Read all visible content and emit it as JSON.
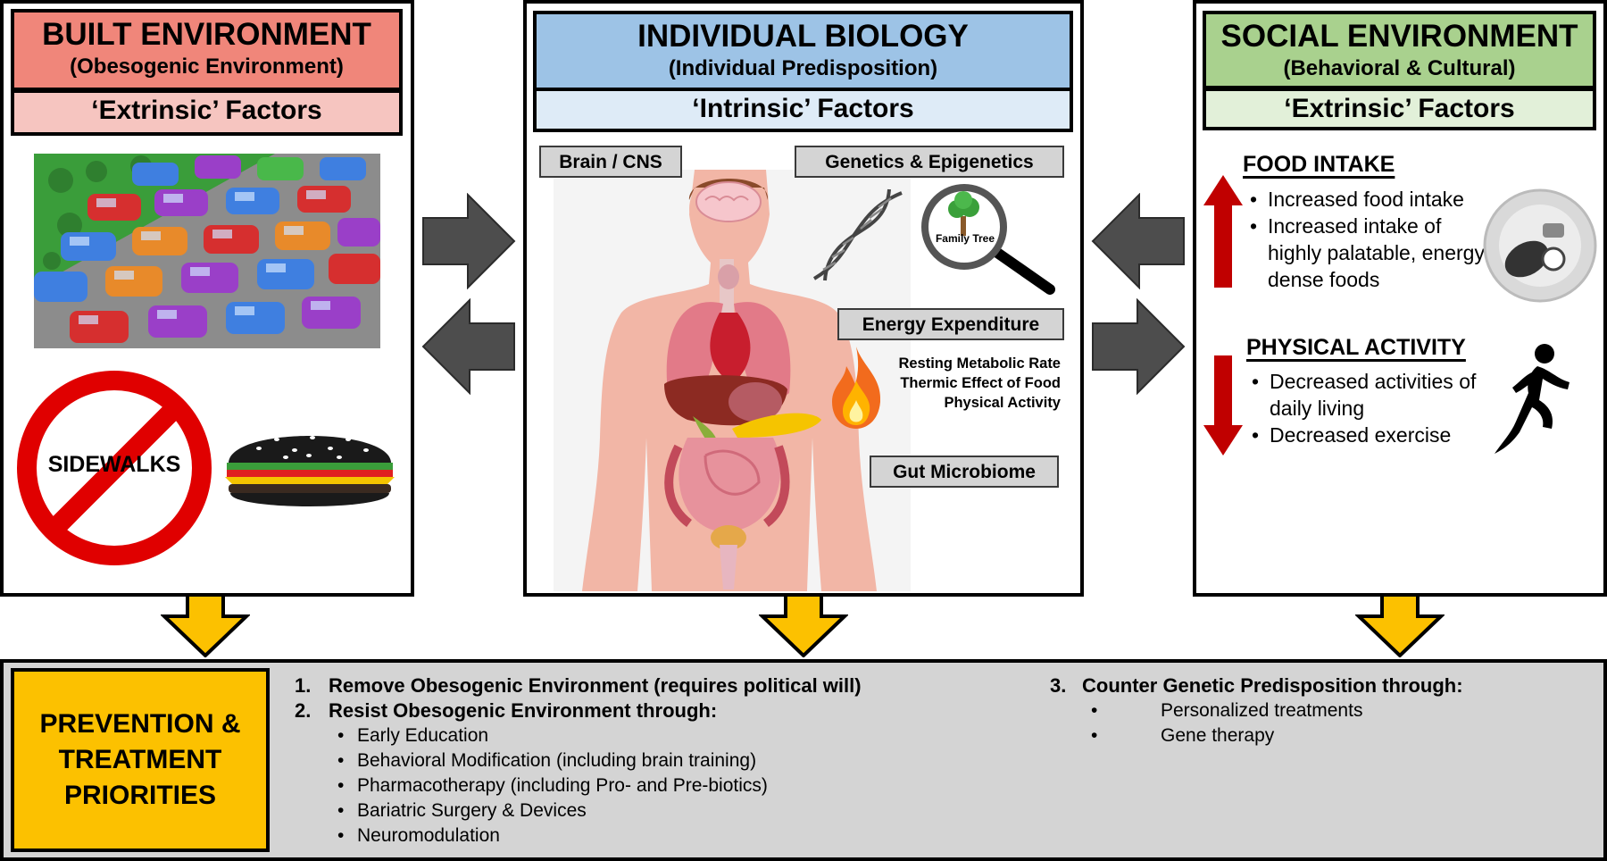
{
  "built": {
    "title": "BUILT ENVIRONMENT",
    "subtitle": "(Obesogenic Environment)",
    "factors": "‘Extrinsic’ Factors",
    "sidewalks_label": "SIDEWALKS",
    "header_color": "#f0867a",
    "factors_color": "#f6c5c0"
  },
  "biology": {
    "title": "INDIVIDUAL BIOLOGY",
    "subtitle": "(Individual Predisposition)",
    "factors": "‘Intrinsic’ Factors",
    "brain_tag": "Brain / CNS",
    "genetics_tag": "Genetics & Epigenetics",
    "family_tree_label": "Family Tree",
    "energy_tag": "Energy Expenditure",
    "energy_items": [
      "Resting Metabolic Rate",
      "Thermic Effect of Food",
      "Physical Activity"
    ],
    "gut_tag": "Gut Microbiome",
    "header_color": "#9dc3e6",
    "factors_color": "#deebf7"
  },
  "social": {
    "title": "SOCIAL ENVIRONMENT",
    "subtitle": "(Behavioral & Cultural)",
    "factors": "‘Extrinsic’ Factors",
    "food_heading": "FOOD INTAKE",
    "food_items": [
      "Increased food intake",
      "Increased intake of highly palatable, energy dense foods"
    ],
    "activity_heading": "PHYSICAL ACTIVITY",
    "activity_items": [
      "Decreased activities of daily living",
      "Decreased exercise"
    ],
    "header_color": "#a9d18e",
    "factors_color": "#e2f0d9"
  },
  "priorities": {
    "label": "PREVENTION & TREATMENT PRIORITIES",
    "item1": "Remove Obesogenic Environment (requires political will)",
    "item2": "Resist Obesogenic Environment through:",
    "item2_bullets": [
      "Early Education",
      "Behavioral Modification (including brain training)",
      "Pharmacotherapy (including Pro- and Pre-biotics)",
      "Bariatric Surgery & Devices",
      "Neuromodulation"
    ],
    "item3": "Counter Genetic Predisposition through:",
    "item3_bullets": [
      "Personalized treatments",
      "Gene therapy"
    ],
    "label_color": "#fcc100",
    "bar_color": "#d4d4d4"
  }
}
